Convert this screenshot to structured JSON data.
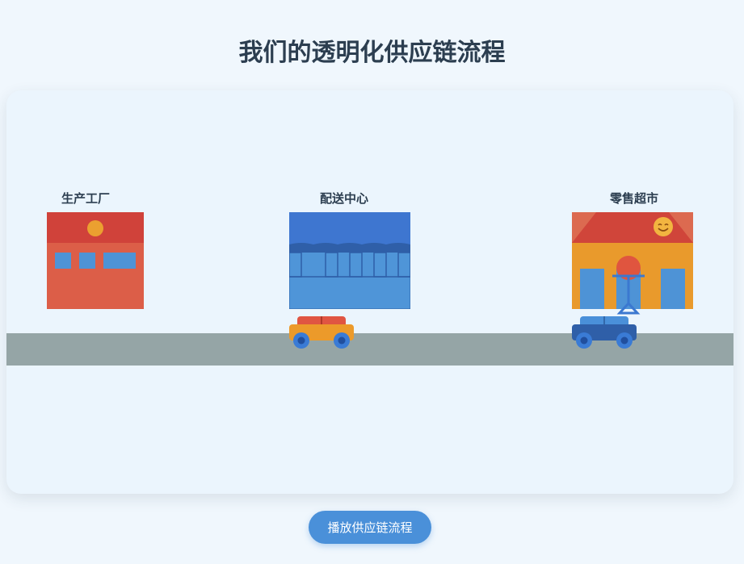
{
  "page": {
    "title": "我们的透明化供应链流程"
  },
  "stations": [
    {
      "label": "生产工厂",
      "icon": "factory-icon"
    },
    {
      "label": "配送中心",
      "icon": "warehouse-icon"
    },
    {
      "label": "零售超市",
      "icon": "supermarket-icon"
    }
  ],
  "vehicles": [
    {
      "icon": "delivery-truck-icon",
      "color": "orange"
    },
    {
      "icon": "delivery-truck-icon",
      "color": "blue"
    }
  ],
  "decorations": {
    "smile_icon": "smiling-face-icon",
    "shopper_icon": "shopper-figure-icon"
  },
  "controls": {
    "play_label": "播放供应链流程"
  },
  "colors": {
    "background": "#f0f7fd",
    "panel": "#ebf5fd",
    "road": "#95a5a6",
    "factory_red": "#d35442",
    "warehouse_blue": "#4a90d9",
    "store_orange": "#e8952a",
    "button": "#4a90d9",
    "title_text": "#2c3e50"
  }
}
